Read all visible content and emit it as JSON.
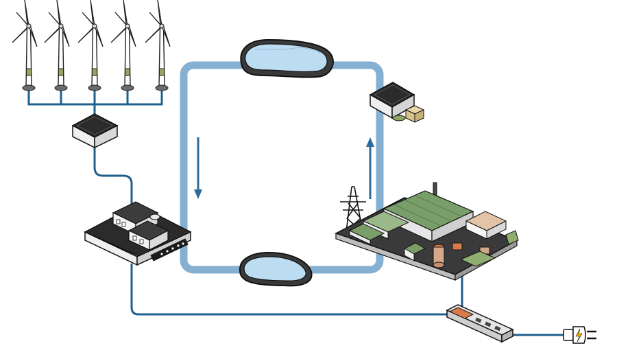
{
  "diagram": {
    "colors": {
      "cable": "#1f5f8c",
      "loop": "#86b0d2",
      "flow_arrow": "#2d6b9a",
      "water": "#bcdcf2",
      "outline": "#111111",
      "substation_roof": "#2b2b2b",
      "factory_roof": "#7a9e6a",
      "factory_accent": "#d4a98a",
      "plug_bolt": "#f2a900"
    },
    "nodes": [
      {
        "id": "wind-farm",
        "icon": "wind-turbine-icon",
        "count": 5
      },
      {
        "id": "collector-substation",
        "icon": "substation-icon"
      },
      {
        "id": "pumped-storage-plant",
        "icon": "power-station-icon"
      },
      {
        "id": "upper-reservoir",
        "icon": "reservoir-icon"
      },
      {
        "id": "lower-reservoir",
        "icon": "reservoir-icon"
      },
      {
        "id": "pump-house",
        "icon": "pump-house-icon"
      },
      {
        "id": "industrial-plant",
        "icon": "factory-icon"
      },
      {
        "id": "transmission-tower",
        "icon": "pylon-icon"
      },
      {
        "id": "power-strip",
        "icon": "power-strip-icon"
      },
      {
        "id": "electric-plug",
        "icon": "plug-icon"
      }
    ],
    "edges": [
      {
        "from": "wind-farm",
        "to": "collector-substation",
        "kind": "cable"
      },
      {
        "from": "collector-substation",
        "to": "pumped-storage-plant",
        "kind": "cable"
      },
      {
        "from": "pumped-storage-plant",
        "to": "power-strip",
        "kind": "cable"
      },
      {
        "from": "industrial-plant",
        "to": "power-strip",
        "kind": "cable"
      },
      {
        "from": "power-strip",
        "to": "electric-plug",
        "kind": "cable"
      },
      {
        "from": "upper-reservoir",
        "to": "lower-reservoir",
        "kind": "water-loop",
        "direction": "down-left"
      },
      {
        "from": "lower-reservoir",
        "to": "upper-reservoir",
        "kind": "water-loop",
        "direction": "up-right"
      }
    ]
  }
}
